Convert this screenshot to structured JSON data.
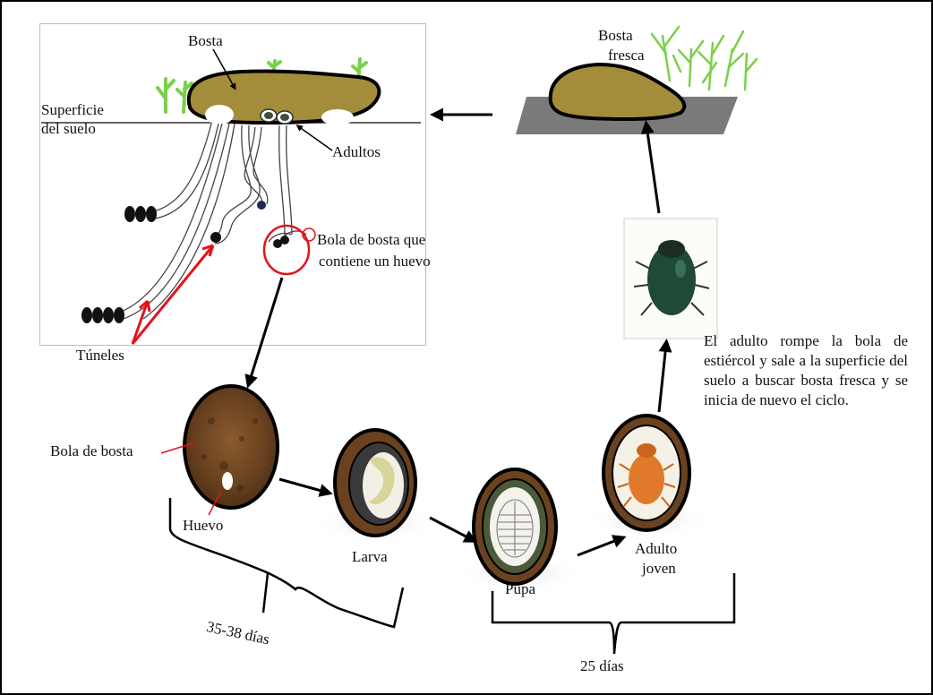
{
  "labels": {
    "bosta": "Bosta",
    "superficie": "Superficie",
    "del_suelo": "del suelo",
    "adultos": "Adultos",
    "bola_line1": "Bola de bosta que",
    "bola_line2": "contiene un huevo",
    "tuneles": "Túneles",
    "bosta_fresca_1": "Bosta",
    "bosta_fresca_2": "fresca",
    "bola_de_bosta": "Bola de bosta",
    "huevo": "Huevo",
    "larva": "Larva",
    "pupa": "Pupa",
    "adulto_joven_1": "Adulto",
    "adulto_joven_2": "joven",
    "dias_35_38": "35-38 días",
    "dias_25": "25 días",
    "description": "El adulto rompe la bola de estiércol y sale a la superficie del suelo a buscar bosta fresca y se inicia de nuevo el ciclo."
  },
  "colors": {
    "dung": "#a38c3a",
    "dung_dark": "#6b4a22",
    "soil": "#7a7a7a",
    "grass": "#7bd04a",
    "red": "#e0141c",
    "beetle": "#1f4a35",
    "young_adult": "#e07a2a",
    "larva": "#d8d49a"
  }
}
